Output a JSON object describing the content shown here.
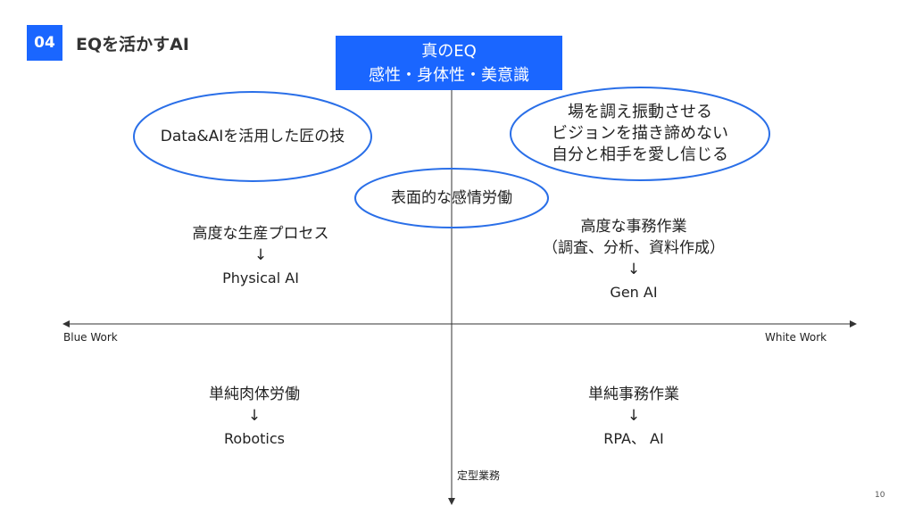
{
  "header": {
    "number": "04",
    "title": "EQを活かすAI"
  },
  "top_box": {
    "line1": "真のEQ",
    "line2": "感性・身体性・美意識"
  },
  "ellipses": {
    "left": "Data&AIを活用した匠の技",
    "right": [
      "場を調え振動させる",
      "ビジョンを描き諦めない",
      "自分と相手を愛し信じる"
    ],
    "center": "表面的な感情労働"
  },
  "quadrants": {
    "top_left": {
      "title": "高度な生産プロセス",
      "arrow": "↓",
      "ai": "Physical AI"
    },
    "top_right": {
      "title": "高度な事務作業",
      "sub": "（調査、分析、資料作成）",
      "arrow": "↓",
      "ai": "Gen AI"
    },
    "bottom_left": {
      "title": "単純肉体労働",
      "arrow": "↓",
      "ai": "Robotics"
    },
    "bottom_right": {
      "title": "単純事務作業",
      "arrow": "↓",
      "ai": "RPA、 AI"
    }
  },
  "axes": {
    "left": "Blue Work",
    "right": "White Work",
    "bottom": "定型業務"
  },
  "page_number": "10",
  "colors": {
    "accent": "#1a66ff"
  }
}
